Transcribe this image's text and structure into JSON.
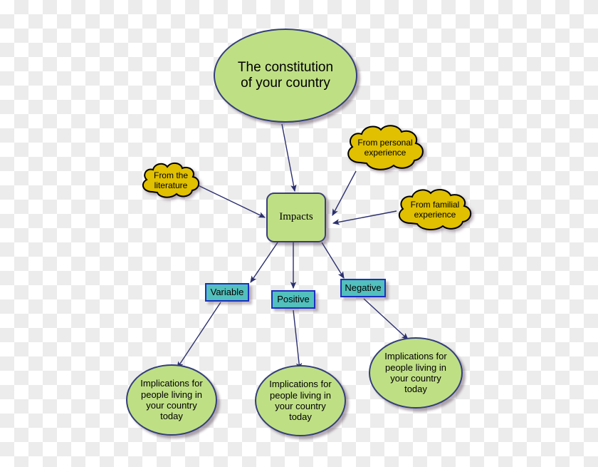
{
  "diagram": {
    "title": "Concept map: The constitution of your country",
    "colors": {
      "green_fill": "#bfdf85",
      "green_border": "#343f7a",
      "cloud_fill": "#e0c000",
      "cloud_border": "#000000",
      "teal_fill": "#52c0bd",
      "teal_border": "#1d2fc0",
      "arrow": "#2b2f6e",
      "shadow": "#7a6478",
      "canvas_light": "#ffffff",
      "canvas_dark": "#ececec"
    },
    "root": {
      "id": "constitution",
      "shape": "ellipse",
      "label": "The constitution\nof your country",
      "line1": "The constitution",
      "line2": "of your country"
    },
    "center": {
      "id": "impacts",
      "shape": "rounded-rectangle",
      "label": "Impacts"
    },
    "sources": [
      {
        "id": "literature",
        "shape": "cloud",
        "label": "From the\nliterature",
        "line1": "From the",
        "line2": "literature"
      },
      {
        "id": "personal",
        "shape": "cloud",
        "label": "From personal\nexperience",
        "line1": "From personal",
        "line2": "experience"
      },
      {
        "id": "familial",
        "shape": "cloud",
        "label": "From familial\nexperience",
        "line1": "From familial",
        "line2": "experience"
      }
    ],
    "categories": [
      {
        "id": "variable",
        "shape": "rectangle",
        "label": "Variable"
      },
      {
        "id": "positive",
        "shape": "rectangle",
        "label": "Positive"
      },
      {
        "id": "negative",
        "shape": "rectangle",
        "label": "Negative"
      }
    ],
    "outcomes": [
      {
        "id": "implications-variable",
        "shape": "ellipse",
        "label": "Implications for people living in your country today",
        "line1": "Implications for",
        "line2": "people living in",
        "line3": "your country",
        "line4": "today"
      },
      {
        "id": "implications-positive",
        "shape": "ellipse",
        "label": "Implications for people living in your country today",
        "line1": "Implications for",
        "line2": "people living in",
        "line3": "your country",
        "line4": "today"
      },
      {
        "id": "implications-negative",
        "shape": "ellipse",
        "label": "Implications for people living in your country today",
        "line1": "Implications for",
        "line2": "people living in",
        "line3": "your country",
        "line4": "today"
      }
    ],
    "edges": [
      {
        "from": "constitution",
        "to": "impacts"
      },
      {
        "from": "literature",
        "to": "impacts"
      },
      {
        "from": "personal",
        "to": "impacts"
      },
      {
        "from": "familial",
        "to": "impacts"
      },
      {
        "from": "impacts",
        "to": "variable"
      },
      {
        "from": "impacts",
        "to": "positive"
      },
      {
        "from": "impacts",
        "to": "negative"
      },
      {
        "from": "variable",
        "to": "implications-variable"
      },
      {
        "from": "positive",
        "to": "implications-positive"
      },
      {
        "from": "negative",
        "to": "implications-negative"
      }
    ]
  }
}
